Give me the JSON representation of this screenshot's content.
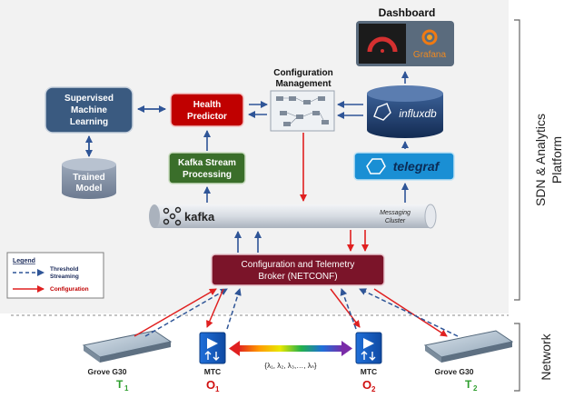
{
  "dashboard": {
    "title": "Dashboard",
    "grafana_label": "Grafana"
  },
  "boxes": {
    "sml": [
      "Supervised",
      "Machine",
      "Learning"
    ],
    "health": [
      "Health",
      "Predictor"
    ],
    "config_mgmt": [
      "Configuration",
      "Management"
    ],
    "influx": "influxdb",
    "trained": [
      "Trained",
      "Model"
    ],
    "kafka_stream": [
      "Kafka Stream",
      "Processing"
    ],
    "telegraf": "telegraf",
    "kafka": "kafka",
    "messaging": [
      "Messaging",
      "Cluster"
    ],
    "broker": [
      "Configuration and Telemetry",
      "Broker (NETCONF)"
    ]
  },
  "legend": {
    "title": "Legend",
    "threshold": [
      "Threshold",
      "Streaming"
    ],
    "configuration": "Configuration"
  },
  "side_labels": {
    "sdn": [
      "SDN & Analytics",
      "Platform"
    ],
    "network": "Network"
  },
  "network": {
    "left_device": "Grove G30",
    "right_device": "Grove G30",
    "left_mtc": "MTC",
    "right_mtc": "MTC",
    "t1": "T",
    "t1_sub": "1",
    "t2": "T",
    "t2_sub": "2",
    "o1": "O",
    "o1_sub": "1",
    "o2": "O",
    "o2_sub": "2",
    "lambda": "{λ₁, λ₂, λ₃,…, λₙ}"
  },
  "colors": {
    "sml": "#3a5a80",
    "health": "#c00000",
    "kafka_stream": "#3a6e2a",
    "broker": "#7b1429",
    "influx": "#1f3f6e",
    "telegraf": "#1a8fd4",
    "config_arrow": "#e02020",
    "telemetry_arrow": "#2f5597",
    "green_label": "#2e9e2e"
  }
}
